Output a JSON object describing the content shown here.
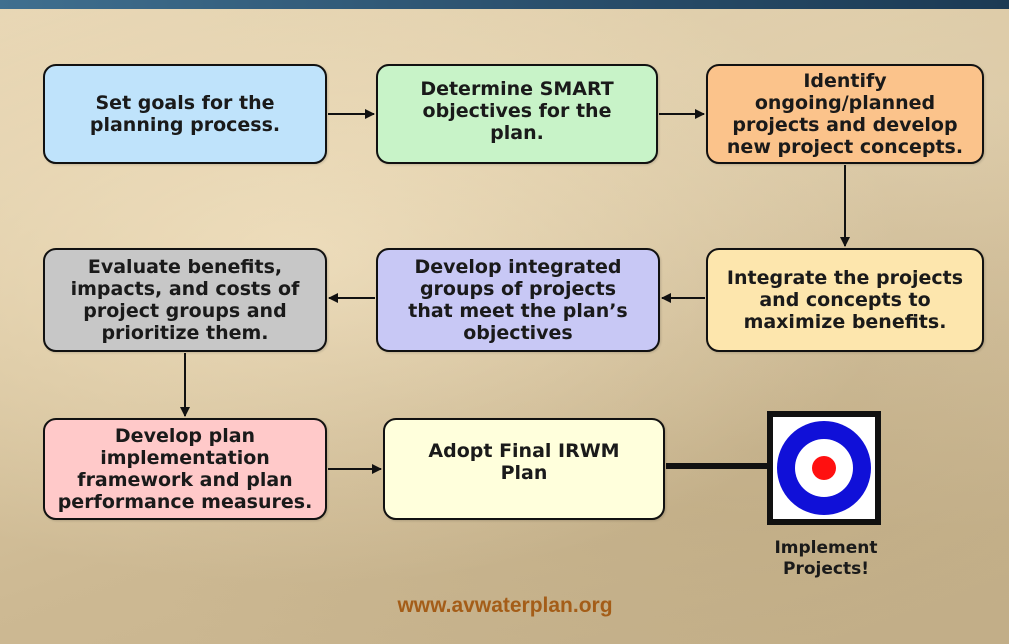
{
  "steps": {
    "set_goals": [
      "Set goals for the",
      "planning process."
    ],
    "smart_objectives": [
      "Determine SMART",
      "objectives for the",
      "plan."
    ],
    "identify_projects": [
      "Identify",
      "ongoing/planned",
      "projects and develop",
      "new project concepts."
    ],
    "integrate_projects": [
      "Integrate the projects",
      "and concepts to",
      "maximize benefits."
    ],
    "integrated_groups": [
      "Develop integrated",
      "groups of projects",
      "that meet the plan’s",
      "objectives"
    ],
    "evaluate_benefits": [
      "Evaluate benefits,",
      "impacts, and costs of",
      "project groups and",
      "prioritize them."
    ],
    "implementation_framework": [
      "Develop plan",
      "implementation",
      "framework and plan",
      "performance measures."
    ],
    "adopt_plan": [
      "Adopt Final IRWM",
      "Plan"
    ]
  },
  "target": {
    "label": [
      "Implement",
      "Projects!"
    ],
    "colors": {
      "outer_ring": "#1010d8",
      "center": "#ff1010",
      "frame": "#111111"
    }
  },
  "footer": {
    "url": "www.avwaterplan.org"
  },
  "colors": {
    "set_goals": "#bfe3fb",
    "smart_objectives": "#c8f3c8",
    "identify_projects": "#fbc38b",
    "integrate_projects": "#fde6ad",
    "integrated_groups": "#c8c8f5",
    "evaluate_benefits": "#c7c7c7",
    "implementation_framework": "#ffc9c9",
    "adopt_plan": "#ffffdc",
    "url": "#a45d18"
  }
}
